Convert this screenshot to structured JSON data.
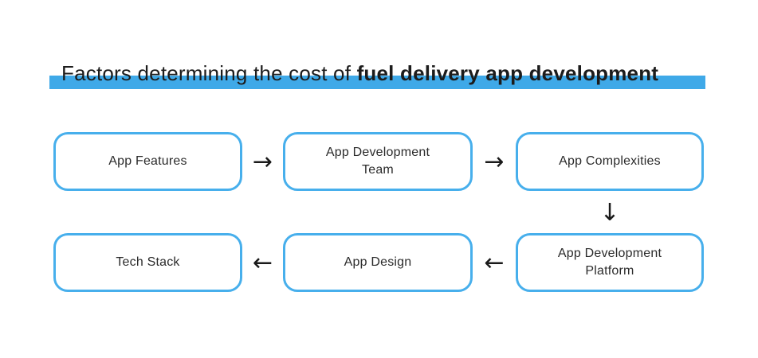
{
  "title": {
    "regular": "Factors determining the cost of ",
    "bold": "fuel delivery app development"
  },
  "colors": {
    "highlight_bar": "#3FA9E8",
    "box_border": "#47AFEC",
    "title_text": "#1C1C1C",
    "label_text": "#2B2B2B",
    "arrow": "#1A1A1A",
    "background": "#FFFFFF"
  },
  "glyphs": {
    "arrow_right": "→",
    "arrow_left": "←",
    "arrow_down": "↓"
  },
  "flow": {
    "row1": [
      {
        "label": "App Features"
      },
      {
        "label": "App Development Team"
      },
      {
        "label": "App Complexities"
      }
    ],
    "row2": [
      {
        "label": "Tech Stack"
      },
      {
        "label": "App Design"
      },
      {
        "label": "App Development Platform"
      }
    ]
  }
}
